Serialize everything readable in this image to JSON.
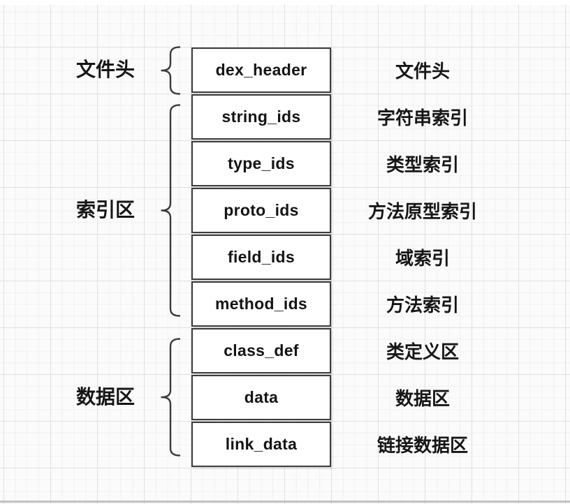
{
  "diagram": {
    "left_sections": [
      {
        "label": "文件头"
      },
      {
        "label": "索引区"
      },
      {
        "label": "数据区"
      }
    ],
    "rows": [
      {
        "name": "dex_header",
        "annotation": "文件头"
      },
      {
        "name": "string_ids",
        "annotation": "字符串索引"
      },
      {
        "name": "type_ids",
        "annotation": "类型索引"
      },
      {
        "name": "proto_ids",
        "annotation": "方法原型索引"
      },
      {
        "name": "field_ids",
        "annotation": "域索引"
      },
      {
        "name": "method_ids",
        "annotation": "方法索引"
      },
      {
        "name": "class_def",
        "annotation": "类定义区"
      },
      {
        "name": "data",
        "annotation": "数据区"
      },
      {
        "name": "link_data",
        "annotation": "链接数据区"
      }
    ],
    "colors": {
      "background": "#fbfbfb",
      "grid_minor": "#f0f0f0",
      "grid_major": "#e0e0e0",
      "box_fill": "#ffffff",
      "box_border": "#3c3c3c",
      "text": "#141414",
      "brace": "#3a3a3a"
    }
  }
}
